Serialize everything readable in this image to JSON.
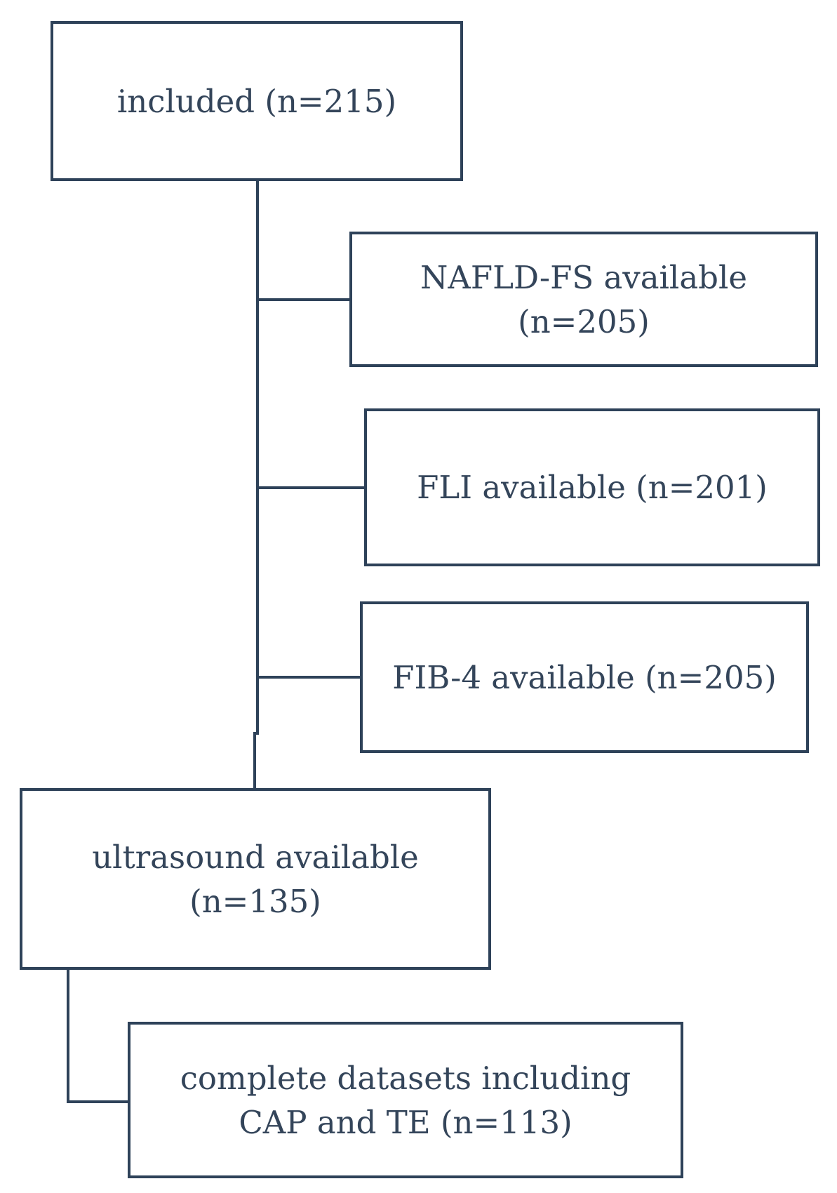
{
  "diagram": {
    "title": "",
    "boxes": {
      "included": {
        "lines": [
          "included (n=215)"
        ]
      },
      "nafld_fs": {
        "lines": [
          "NAFLD-FS available",
          "(n=205)"
        ]
      },
      "fli": {
        "lines": [
          "FLI available (n=201)"
        ]
      },
      "fib4": {
        "lines": [
          "FIB-4 available (n=205)"
        ]
      },
      "ultrasound": {
        "lines": [
          "ultrasound available",
          "(n=135)"
        ]
      },
      "complete": {
        "lines": [
          "complete datasets including",
          "CAP and TE (n=113)"
        ]
      }
    },
    "colors": {
      "border": "#2e4259",
      "text": "#34455a",
      "background": "#ffffff"
    }
  }
}
